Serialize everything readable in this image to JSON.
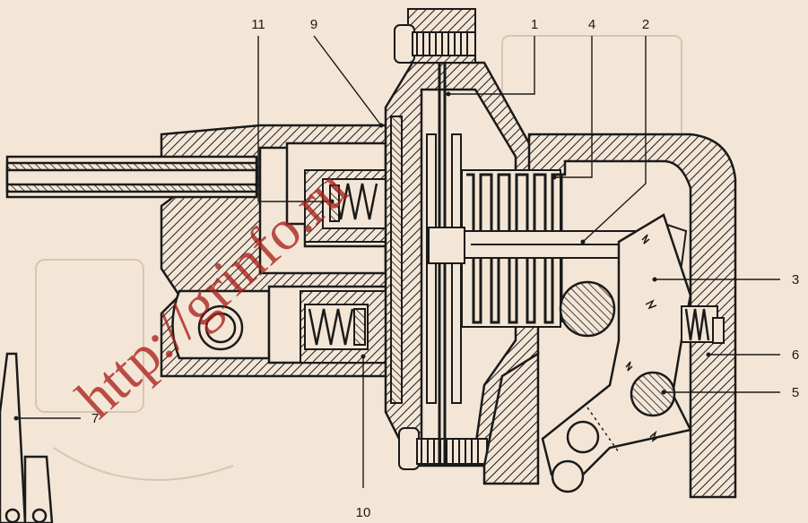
{
  "watermark": "http://grinfo.ru",
  "callouts": {
    "c1": "1",
    "c2": "2",
    "c3": "3",
    "c4": "4",
    "c5": "5",
    "c6": "6",
    "c7": "7",
    "c9": "9",
    "c10": "10",
    "c11": "11"
  },
  "colors": {
    "paper": "#f4e6d6",
    "ink": "#1a1a1a",
    "watermark": "#a8221c"
  }
}
